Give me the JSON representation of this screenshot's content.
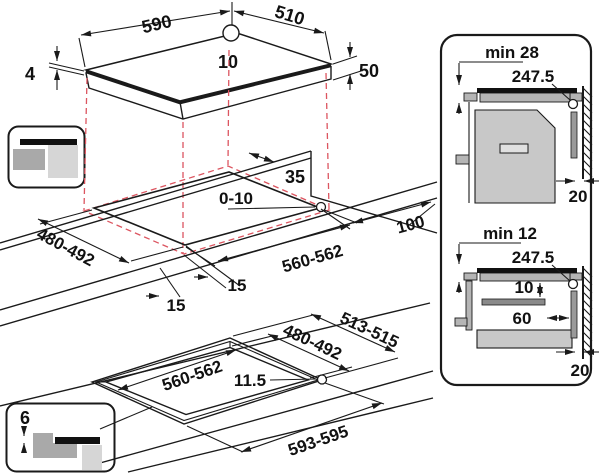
{
  "title": "Built-in hob installation dimensions drawing",
  "colors": {
    "line": "#1a1a1a",
    "projection_dashed": "#dc5560",
    "fill_light_gray": "#c8c8c8",
    "fill_mid_gray": "#b5b5b5",
    "fill_dark_gray": "#8a8a8a",
    "hob_glass": "#111111"
  },
  "top_view": {
    "width": "590",
    "depth": "510",
    "hole_offset": "10",
    "glass_thickness": "4",
    "body_height": "50"
  },
  "plan_view": {
    "rear_gap": "35",
    "front_overhang": "0-10",
    "cutout_depth": "480-492",
    "cutout_width": "560-562",
    "right_clearance": "100",
    "overhang_right": "15",
    "overhang_left": "15"
  },
  "flush_view": {
    "recess_depth": "513-515",
    "cutout_depth": "480-492",
    "cutout_width": "560-562",
    "corner_radius": "11.5",
    "recess_width": "593-595",
    "step_depth": "6"
  },
  "side_view_oven": {
    "clearance_label": "min 28",
    "centre_dimension": "247.5",
    "wall_gap": "20"
  },
  "side_view_drawer": {
    "clearance_label": "min 12",
    "centre_dimension": "247.5",
    "gap_below_hob": "10",
    "shelf_clearance": "60",
    "wall_gap": "20"
  }
}
